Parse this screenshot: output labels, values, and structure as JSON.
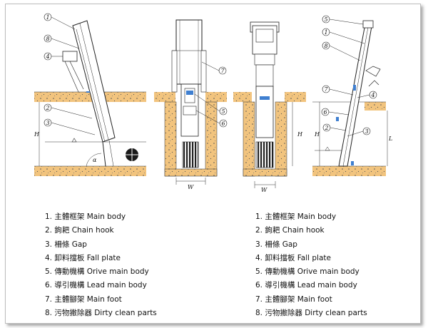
{
  "figures": {
    "fig1": {
      "callouts": [
        "1",
        "8",
        "4",
        "2",
        "3"
      ],
      "dims": [
        "H",
        "α"
      ]
    },
    "fig2": {
      "callouts": [
        "7",
        "5",
        "6"
      ],
      "dims": [
        "W"
      ]
    },
    "fig3": {
      "dims": [
        "H",
        "W"
      ]
    },
    "fig4": {
      "callouts": [
        "5",
        "1",
        "8",
        "7",
        "4",
        "6",
        "2",
        "3"
      ],
      "dims": [
        "H",
        "L"
      ]
    }
  },
  "legend": [
    {
      "num": "1.",
      "text": "主體框架 Main body"
    },
    {
      "num": "2.",
      "text": "鉤耙 Chain hook"
    },
    {
      "num": "3.",
      "text": "柵條 Gap"
    },
    {
      "num": "4.",
      "text": "卸料擋板 Fall plate"
    },
    {
      "num": "5.",
      "text": "傳動機構 Orive main body"
    },
    {
      "num": "6.",
      "text": "導引機構 Lead main body"
    },
    {
      "num": "7.",
      "text": "主體腳架 Main foot"
    },
    {
      "num": "8.",
      "text": "污物撇除器 Dirty clean parts"
    }
  ]
}
